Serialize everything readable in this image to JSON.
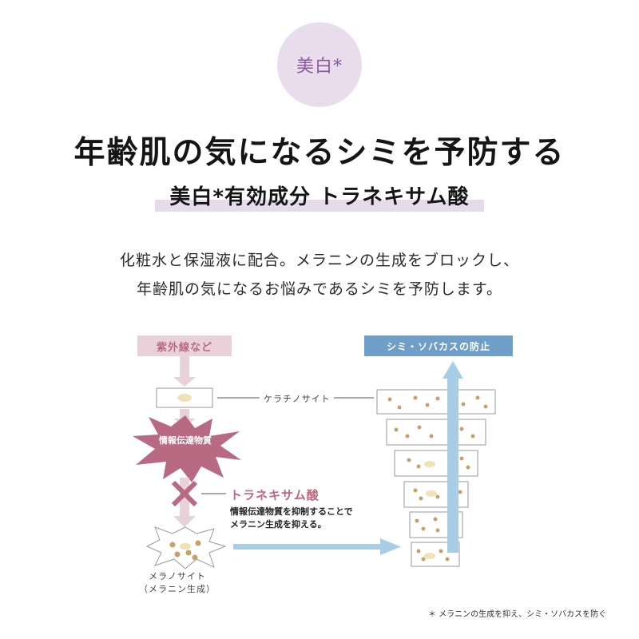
{
  "badge": {
    "text": "美白*"
  },
  "headline": "年齢肌の気になるシミを予防する",
  "subheadline": "美白*有効成分 トラネキサム酸",
  "body": [
    "化粧水と保湿液に配合。メラニンの生成をブロックし、",
    "年齢肌の気になるお悩みであるシミを予防します。"
  ],
  "diagram": {
    "uv_label": "紫外線など",
    "prevent_label": "シミ・ソバカスの防止",
    "keratinocyte_label": "ケラチノサイト",
    "signal_label": "情報伝達物質",
    "tranexamic_title": "トラネキサム酸",
    "tranexamic_desc": [
      "情報伝達物質を抑制することで",
      "メラニン生成を抑える。"
    ],
    "melanocyte_label": [
      "メラノサイト",
      "（メラニン生成）"
    ]
  },
  "footnote": "＊ メラニンの生成を抑え、シミ・ソバカスを防ぐ",
  "colors": {
    "badge_bg": "#e8dced",
    "pink": "#c0677f",
    "pink_light": "#e9d1d9",
    "blue": "#6f9ec8",
    "arrow_blue": "#a8cde6",
    "cell_dot": "#c9a06a",
    "cell_core": "#f1e2b5"
  }
}
